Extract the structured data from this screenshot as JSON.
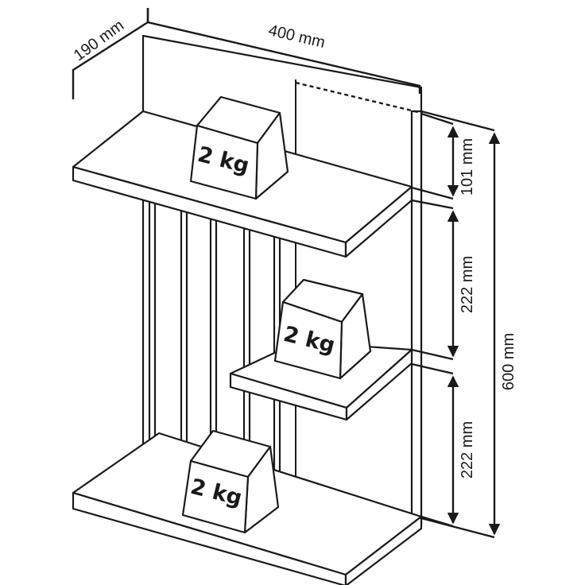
{
  "dimensions": {
    "depth": "190 mm",
    "width": "400 mm",
    "top_gap": "101 mm",
    "middle_gap": "222 mm",
    "bottom_gap": "222 mm",
    "total_height": "600 mm"
  },
  "weights": {
    "top_shelf": "2 kg",
    "middle_shelf": "2 kg",
    "bottom_shelf": "2 kg"
  }
}
